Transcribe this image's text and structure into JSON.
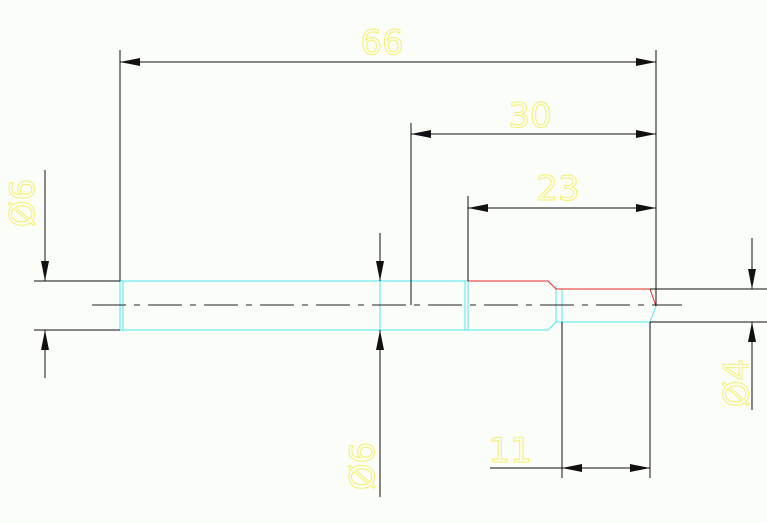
{
  "colors": {
    "background": "#fafdf8",
    "dimension_line": "#111111",
    "dimension_text": "#f5f06a",
    "part_outline": "#4fe8f0",
    "chamfer_edge": "#e8282a",
    "center_line": "#222222"
  },
  "dimensions": {
    "overall_length": "66",
    "length_30": "30",
    "length_23": "23",
    "tip_length": "11",
    "diameter_left": "Ø6",
    "diameter_mid": "Ø6",
    "diameter_tip": "Ø4"
  }
}
